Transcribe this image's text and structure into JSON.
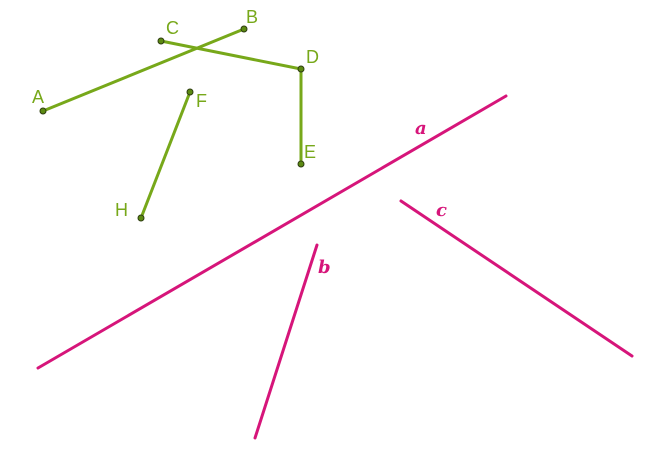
{
  "colors": {
    "segments": "#77a81a",
    "lines": "#d6157a",
    "point_fill": "#5c8a12",
    "point_stroke": "#2e3d10"
  },
  "points": {
    "A": {
      "label": "A"
    },
    "B": {
      "label": "B"
    },
    "C": {
      "label": "C"
    },
    "D": {
      "label": "D"
    },
    "E": {
      "label": "E"
    },
    "F": {
      "label": "F"
    },
    "H": {
      "label": "H"
    }
  },
  "segments": [
    {
      "from": "A",
      "to": "B"
    },
    {
      "from": "C",
      "to": "D"
    },
    {
      "from": "D",
      "to": "E"
    },
    {
      "from": "F",
      "to": "H"
    }
  ],
  "lines": {
    "a": {
      "label": "a"
    },
    "b": {
      "label": "b"
    },
    "c": {
      "label": "c"
    }
  }
}
